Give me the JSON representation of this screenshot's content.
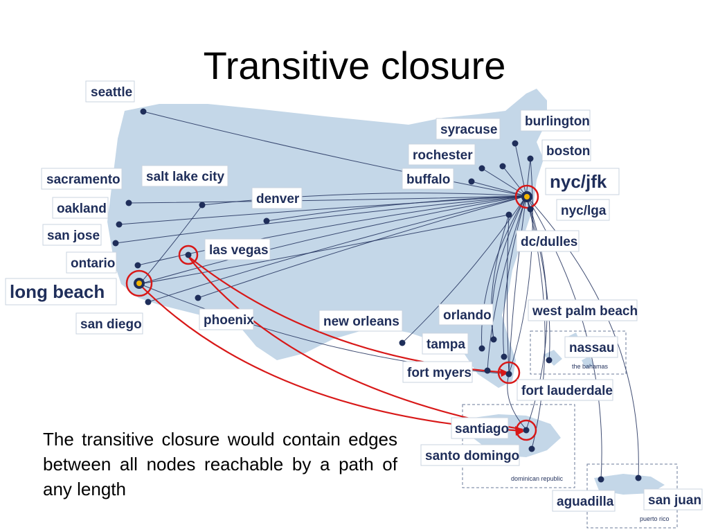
{
  "title": "Transitive closure",
  "caption": "The transitive closure would contain edges between all nodes reachable by a path of any length",
  "colors": {
    "map_land": "#c4d7e8",
    "route": "#1f2e5a",
    "highlight": "#d81818",
    "hub": "#f2b400"
  },
  "cities": {
    "seattle": "seattle",
    "sacramento": "sacramento",
    "salt_lake_city": "salt lake city",
    "denver": "denver",
    "oakland": "oakland",
    "san_jose": "san jose",
    "las_vegas": "las vegas",
    "ontario": "ontario",
    "long_beach": "long beach",
    "san_diego": "san diego",
    "phoenix": "phoenix",
    "new_orleans": "new orleans",
    "orlando": "orlando",
    "west_palm_beach": "west palm beach",
    "tampa": "tampa",
    "nassau": "nassau",
    "fort_myers": "fort myers",
    "fort_lauderdale": "fort lauderdale",
    "santiago": "santiago",
    "santo_domingo": "santo domingo",
    "aguadilla": "aguadilla",
    "san_juan": "san juan",
    "syracuse": "syracuse",
    "burlington": "burlington",
    "rochester": "rochester",
    "boston": "boston",
    "buffalo": "buffalo",
    "nyc_jfk": "nyc/jfk",
    "nyc_lga": "nyc/lga",
    "dc_dulles": "dc/dulles"
  },
  "regions": {
    "bahamas": "the bahamas",
    "dominican_republic": "dominican republic",
    "puerto_rico": "puerto rico"
  }
}
